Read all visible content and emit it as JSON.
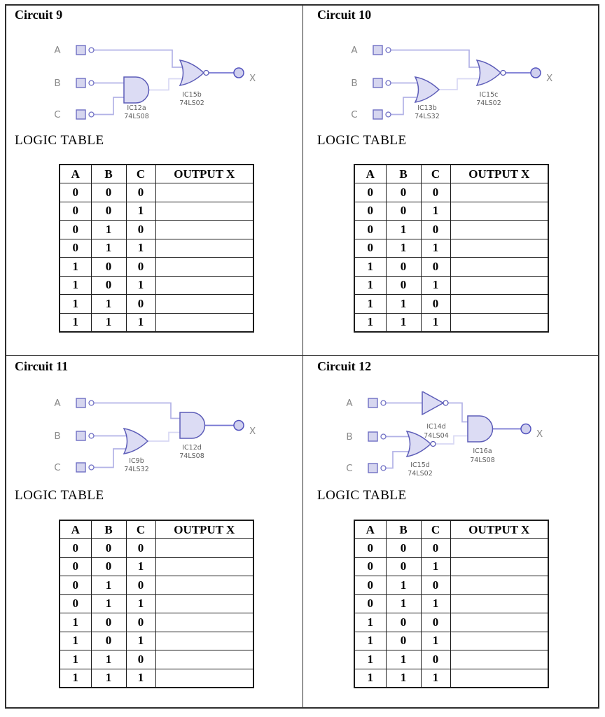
{
  "logic_table": {
    "heading": "LOGIC TABLE",
    "headers": [
      "A",
      "B",
      "C",
      "OUTPUT X"
    ],
    "rows": [
      [
        "0",
        "0",
        "0",
        ""
      ],
      [
        "0",
        "0",
        "1",
        ""
      ],
      [
        "0",
        "1",
        "0",
        ""
      ],
      [
        "0",
        "1",
        "1",
        ""
      ],
      [
        "1",
        "0",
        "0",
        ""
      ],
      [
        "1",
        "0",
        "1",
        ""
      ],
      [
        "1",
        "1",
        "0",
        ""
      ],
      [
        "1",
        "1",
        "1",
        ""
      ]
    ]
  },
  "circuits": [
    {
      "title": "Circuit 9",
      "input_a": "A",
      "input_b": "B",
      "input_c": "C",
      "output": "X",
      "gate1": {
        "type": "AND",
        "name": "IC12a",
        "part": "74LS08"
      },
      "gate2": {
        "type": "NOR",
        "name": "IC15b",
        "part": "74LS02"
      }
    },
    {
      "title": "Circuit 10",
      "input_a": "A",
      "input_b": "B",
      "input_c": "C",
      "output": "X",
      "gate1": {
        "type": "OR",
        "name": "IC13b",
        "part": "74LS32"
      },
      "gate2": {
        "type": "NOR",
        "name": "IC15c",
        "part": "74LS02"
      }
    },
    {
      "title": "Circuit 11",
      "input_a": "A",
      "input_b": "B",
      "input_c": "C",
      "output": "X",
      "gate1": {
        "type": "OR",
        "name": "IC9b",
        "part": "74LS32"
      },
      "gate2": {
        "type": "AND",
        "name": "IC12d",
        "part": "74LS08"
      }
    },
    {
      "title": "Circuit 12",
      "input_a": "A",
      "input_b": "B",
      "input_c": "C",
      "output": "X",
      "gate1": {
        "type": "NOT",
        "name": "IC14d",
        "part": "74LS04"
      },
      "gate2": {
        "type": "NOR",
        "name": "IC15d",
        "part": "74LS02"
      },
      "gate3": {
        "type": "AND",
        "name": "IC16a",
        "part": "74LS08"
      }
    }
  ],
  "colors": {
    "gate_fill": "#dcdcf4",
    "gate_stroke": "#5d5db8",
    "wire_light": "#b2b2e6",
    "wire_pale": "#d8d8f4",
    "wire_dark": "#7575d2",
    "table_border": "#1c1c1c"
  }
}
